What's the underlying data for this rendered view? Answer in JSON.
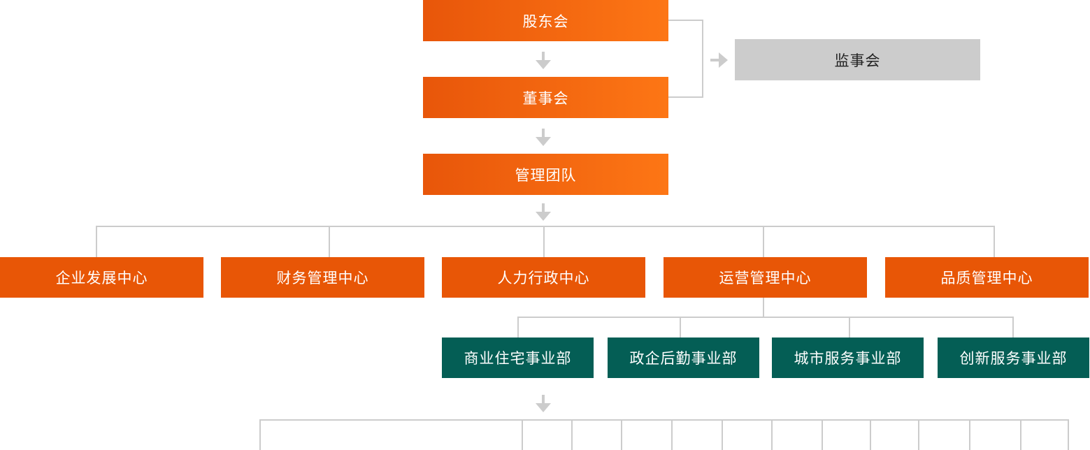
{
  "top_chain": [
    {
      "label": "股东会"
    },
    {
      "label": "董事会"
    },
    {
      "label": "管理团队"
    }
  ],
  "supervisory": {
    "label": "监事会"
  },
  "centers": [
    {
      "label": "企业发展中心"
    },
    {
      "label": "财务管理中心"
    },
    {
      "label": "人力行政中心"
    },
    {
      "label": "运营管理中心"
    },
    {
      "label": "品质管理中心"
    }
  ],
  "divisions": [
    {
      "label": "商业住宅事业部"
    },
    {
      "label": "政企后勤事业部"
    },
    {
      "label": "城市服务事业部"
    },
    {
      "label": "创新服务事业部"
    }
  ],
  "colors": {
    "top_gradient_start": "#e8560a",
    "top_gradient_end": "#fd7615",
    "center": "#e85606",
    "division": "#045e55",
    "supervisory": "#cccccc",
    "connector": "#cccccc"
  },
  "icons": {
    "down_arrow": "arrow-down-icon",
    "right_arrow": "arrow-right-icon"
  }
}
